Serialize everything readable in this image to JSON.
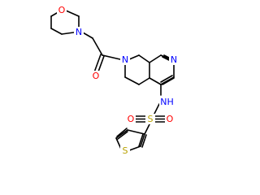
{
  "molecule": {
    "atoms": {
      "morpholine_o": {
        "symbol": "O",
        "color": "#ff0000"
      },
      "morpholine_n": {
        "symbol": "N",
        "color": "#0000ff"
      },
      "carbonyl_o": {
        "symbol": "O",
        "color": "#ff0000"
      },
      "ring_n_amide": {
        "symbol": "N",
        "color": "#0000ff"
      },
      "pyridine_n": {
        "symbol": "N",
        "color": "#0000ff"
      },
      "sulfonamide_nh": {
        "symbol": "NH",
        "color": "#0000ff"
      },
      "sulfonyl_s": {
        "symbol": "S",
        "color": "#b8a100"
      },
      "sulfonyl_o_left": {
        "symbol": "O",
        "color": "#ff0000"
      },
      "sulfonyl_o_right": {
        "symbol": "O",
        "color": "#ff0000"
      },
      "thiophene_s": {
        "symbol": "S",
        "color": "#b8a100"
      }
    }
  }
}
